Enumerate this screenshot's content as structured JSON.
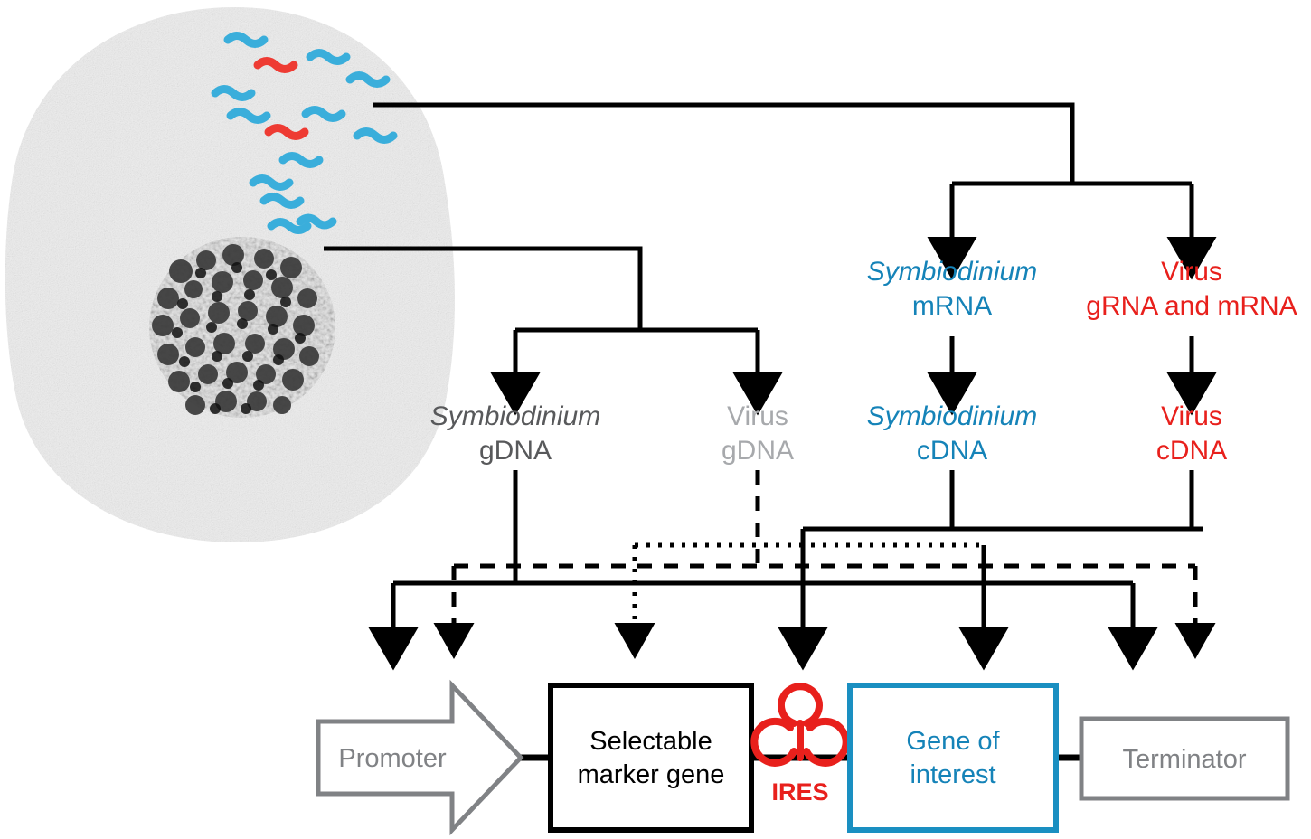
{
  "figure": {
    "type": "biology-schematic",
    "title": "Symbiodinium cell nucleic acid origins and transgene construct"
  },
  "colors": {
    "blue_rna": "#3aaedb",
    "red_rna": "#ee3b33",
    "teal_text": "#1583b8",
    "red_text": "#e8201c",
    "dark_gray_text": "#58595b",
    "light_gray_text": "#a7a9ac",
    "gray_outline": "#808285",
    "black": "#000000",
    "gene_box_border": "#1a8fc1",
    "cell_body": "#efefef"
  },
  "cell": {
    "name": "symbiodinium-cell",
    "rna_label": "RNA squiggles",
    "chromosome_label": "chromosome cluster",
    "blue_squiggle_count": 12,
    "red_squiggle_count": 2
  },
  "tree": {
    "rna_branch": {
      "children": [
        {
          "id": "symb-mrna",
          "line1": "Symbiodinium",
          "line2": "mRNA",
          "color": "#1583b8",
          "italic_line1": true
        },
        {
          "id": "virus-grna-mrna",
          "line1": "Virus",
          "line2": "gRNA and mRNA",
          "color": "#e8201c",
          "italic_line1": false
        }
      ]
    },
    "gdna_branch": {
      "children": [
        {
          "id": "symb-gdna",
          "line1": "Symbiodinium",
          "line2": "gDNA",
          "color": "#58595b",
          "italic_line1": true
        },
        {
          "id": "virus-gdna",
          "line1": "Virus",
          "line2": "gDNA",
          "color": "#a7a9ac",
          "italic_line1": false
        }
      ]
    },
    "cdna_row": [
      {
        "id": "symb-cdna",
        "line1": "Symbiodinium",
        "line2": "cDNA",
        "color": "#1583b8",
        "italic_line1": true
      },
      {
        "id": "virus-cdna",
        "line1": "Virus",
        "line2": "cDNA",
        "color": "#e8201c",
        "italic_line1": false
      }
    ]
  },
  "construct": {
    "promoter": {
      "label": "Promoter",
      "color": "#808285"
    },
    "marker": {
      "line1": "Selectable",
      "line2": "marker gene",
      "color": "#000000"
    },
    "ires": {
      "label": "IRES",
      "color": "#e8201c"
    },
    "gene_of_interest": {
      "line1": "Gene of",
      "line2": "interest",
      "color": "#1583b8"
    },
    "terminator": {
      "label": "Terminator",
      "color": "#808285"
    }
  },
  "line_styles": {
    "solid": "solid",
    "dashed": "dashed",
    "dotted": "dotted"
  }
}
